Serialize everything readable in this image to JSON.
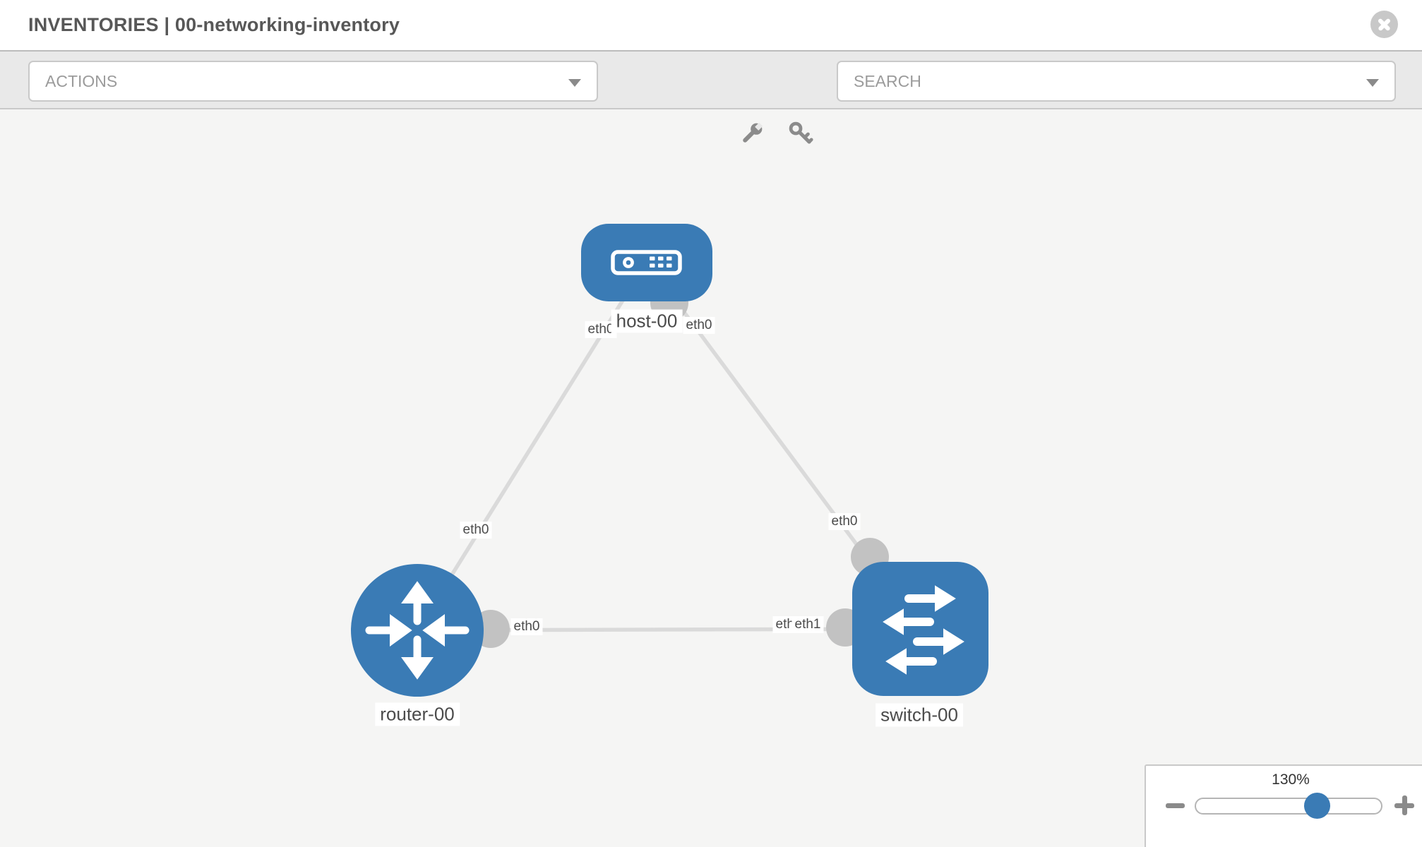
{
  "window": {
    "title": "INVENTORIES | 00-networking-inventory"
  },
  "toolbar": {
    "actions": {
      "label": "ACTIONS"
    },
    "search": {
      "label": "SEARCH"
    },
    "icon_buttons": [
      "wrench",
      "key"
    ]
  },
  "topology": {
    "nodes": [
      {
        "name": "host-00",
        "type": "host"
      },
      {
        "name": "router-00",
        "type": "router"
      },
      {
        "name": "switch-00",
        "type": "switch"
      }
    ],
    "links": [
      {
        "from": "router-00",
        "to": "host-00",
        "from_interface": "eth0",
        "to_interface": "eth0"
      },
      {
        "from": "host-00",
        "to": "switch-00",
        "from_interface": "eth0",
        "to_interface": "eth0"
      },
      {
        "from": "router-00",
        "to": "switch-00",
        "from_interface": "eth0",
        "to_interface": "eth1"
      }
    ],
    "interfaces": {
      "host_left": "eth0",
      "host_right": "eth0",
      "router_host_link": "eth0",
      "host_switch_link": "eth0",
      "router_right": "eth0",
      "switch_left_hidden": "eth0",
      "switch_left": "eth1"
    },
    "colors": {
      "node_blue": "#3a7bb5",
      "link_gray": "#dadada",
      "connector_gray": "#c2c2c2"
    }
  },
  "zoom_panel": {
    "level": "130%"
  }
}
